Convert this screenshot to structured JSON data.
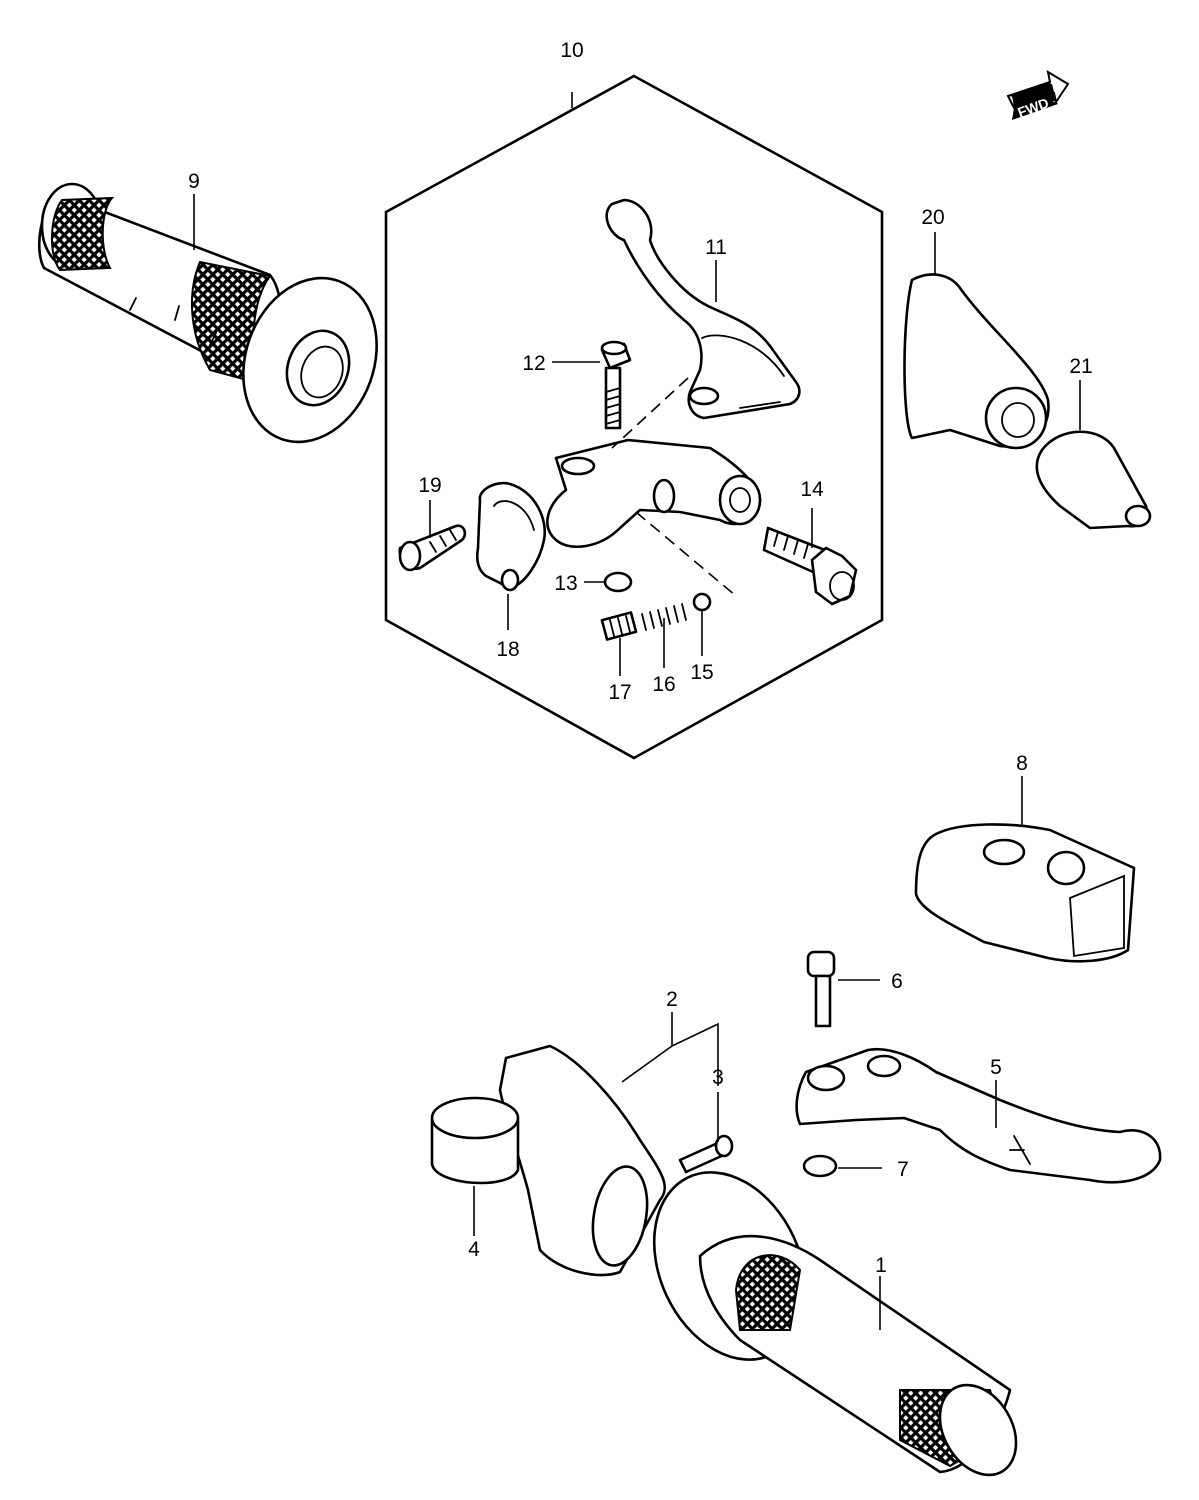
{
  "diagram": {
    "direction_badge": "FWD",
    "callouts": [
      {
        "id": "1",
        "text": "1"
      },
      {
        "id": "2",
        "text": "2"
      },
      {
        "id": "3",
        "text": "3"
      },
      {
        "id": "4",
        "text": "4"
      },
      {
        "id": "5",
        "text": "5"
      },
      {
        "id": "6",
        "text": "6"
      },
      {
        "id": "7",
        "text": "7"
      },
      {
        "id": "8",
        "text": "8"
      },
      {
        "id": "9",
        "text": "9"
      },
      {
        "id": "10",
        "text": "10"
      },
      {
        "id": "11",
        "text": "11"
      },
      {
        "id": "12",
        "text": "12"
      },
      {
        "id": "13",
        "text": "13"
      },
      {
        "id": "14",
        "text": "14"
      },
      {
        "id": "15",
        "text": "15"
      },
      {
        "id": "16",
        "text": "16"
      },
      {
        "id": "17",
        "text": "17"
      },
      {
        "id": "18",
        "text": "18"
      },
      {
        "id": "19",
        "text": "19"
      },
      {
        "id": "20",
        "text": "20"
      },
      {
        "id": "21",
        "text": "21"
      }
    ]
  }
}
